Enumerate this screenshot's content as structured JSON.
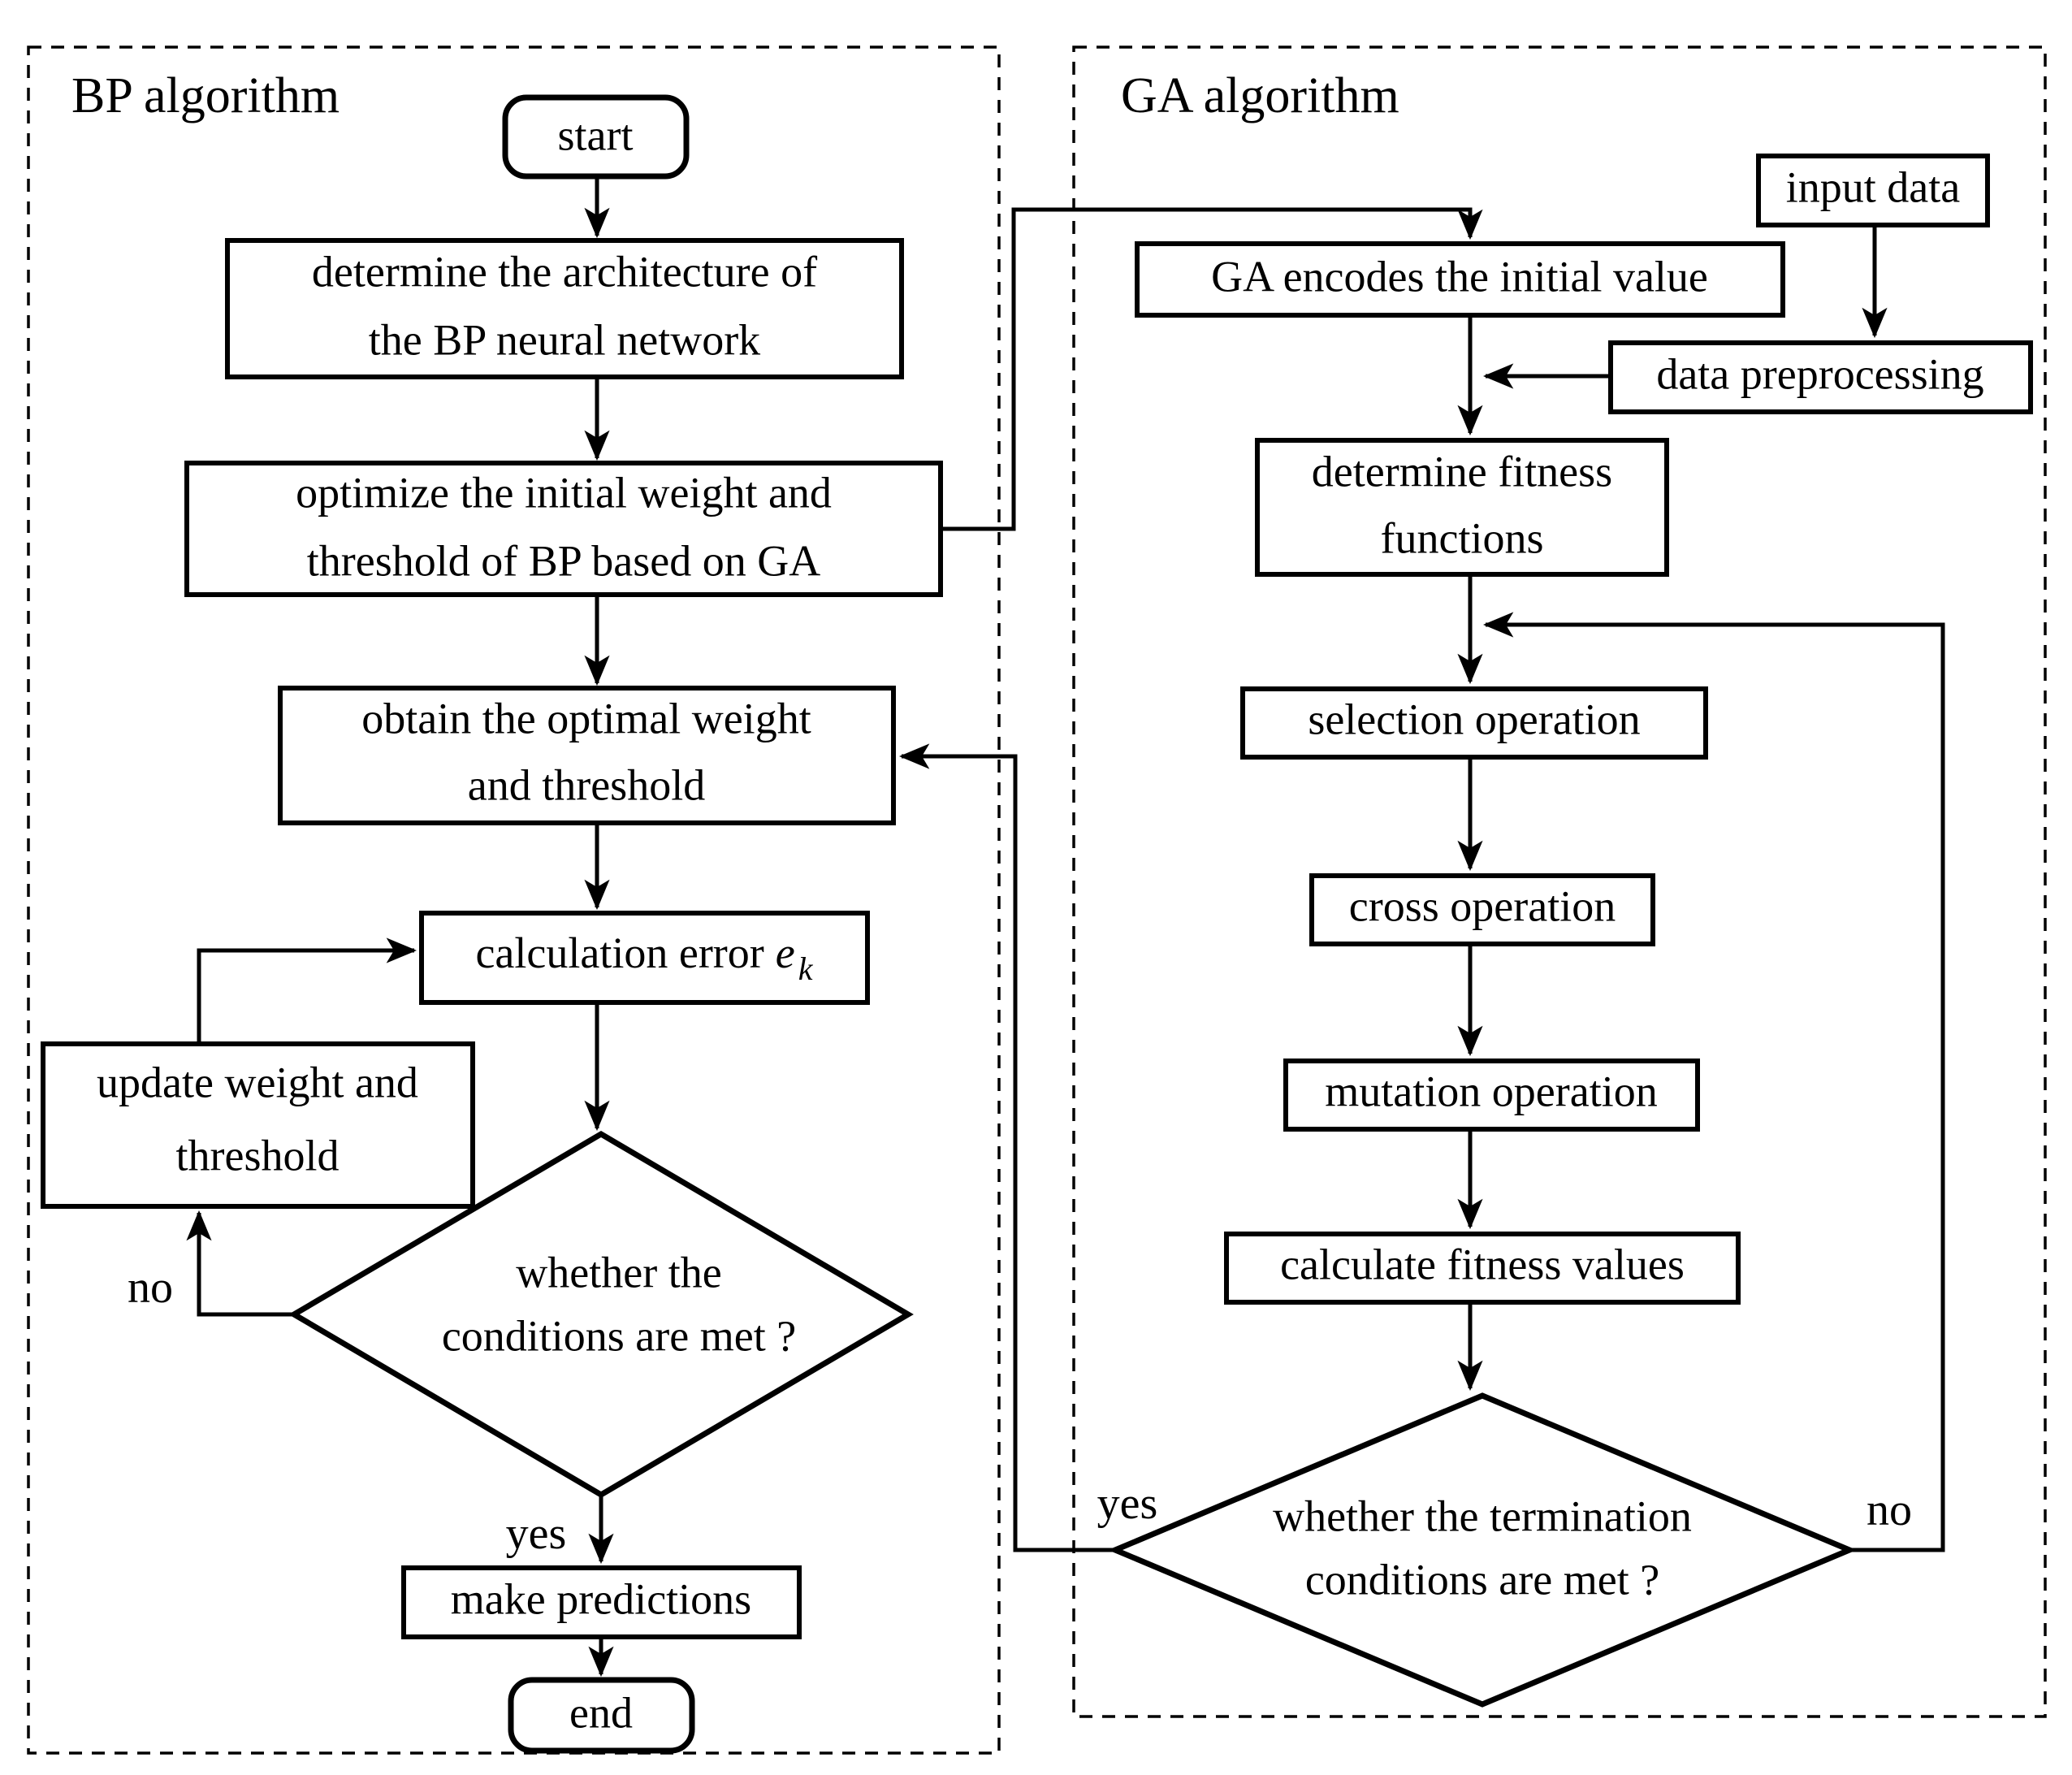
{
  "diagram": {
    "colors": {
      "stroke": "#000000",
      "background": "#ffffff"
    },
    "bp_panel": {
      "title": "BP algorithm",
      "nodes": {
        "start": {
          "label": "start"
        },
        "determine_architecture": {
          "line1": "determine the architecture of",
          "line2": "the BP neural network"
        },
        "optimize_initial": {
          "line1": "optimize the initial weight and",
          "line2": "threshold of BP based on GA"
        },
        "obtain_optimal": {
          "line1": "obtain the optimal weight",
          "line2": "and threshold"
        },
        "calculation_error": {
          "label": "calculation error",
          "symbol": "e",
          "subscript": "k"
        },
        "update_weight": {
          "line1": "update weight and",
          "line2": "threshold"
        },
        "conditions_decision": {
          "line1": "whether the",
          "line2": "conditions are met ?"
        },
        "make_predictions": {
          "label": "make predictions"
        },
        "end": {
          "label": "end"
        }
      },
      "edge_labels": {
        "yes": "yes",
        "no": "no"
      }
    },
    "ga_panel": {
      "title": "GA algorithm",
      "nodes": {
        "input_data": {
          "label": "input data"
        },
        "ga_encodes": {
          "label": "GA encodes the initial value"
        },
        "data_preprocessing": {
          "label": "data preprocessing"
        },
        "determine_fitness": {
          "line1": "determine fitness",
          "line2": "functions"
        },
        "selection_operation": {
          "label": "selection operation"
        },
        "cross_operation": {
          "label": "cross operation"
        },
        "mutation_operation": {
          "label": "mutation operation"
        },
        "calculate_fitness": {
          "label": "calculate fitness values"
        },
        "termination_decision": {
          "line1": "whether the termination",
          "line2": "conditions are met ?"
        }
      },
      "edge_labels": {
        "yes": "yes",
        "no": "no"
      }
    }
  }
}
